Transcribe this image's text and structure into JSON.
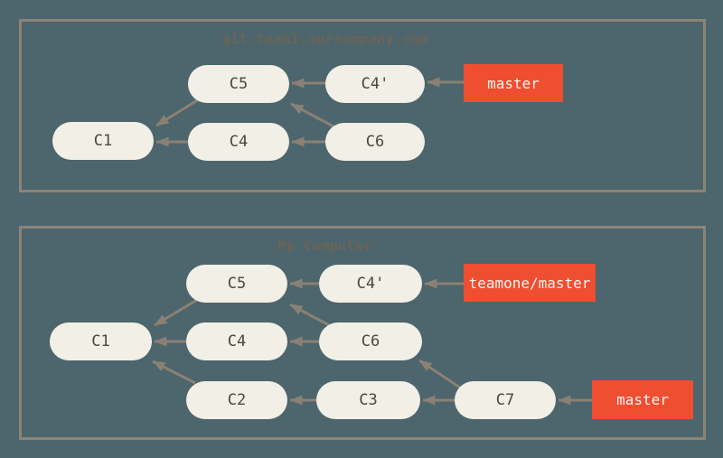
{
  "diagram": {
    "remote": {
      "title": "git.team1.ourcompany.com",
      "nodes": {
        "c1": "C1",
        "c5": "C5",
        "c4p": "C4'",
        "c4": "C4",
        "c6": "C6"
      },
      "branches": {
        "master": "master"
      },
      "edges": [
        {
          "from": "C4'",
          "to": "C5"
        },
        {
          "from": "master",
          "to": "C4'"
        },
        {
          "from": "C6",
          "to": "C4"
        },
        {
          "from": "C6",
          "to": "C5"
        },
        {
          "from": "C5",
          "to": "C1"
        },
        {
          "from": "C4",
          "to": "C1"
        }
      ]
    },
    "local": {
      "title": "My Computer",
      "nodes": {
        "c1": "C1",
        "c5": "C5",
        "c4p": "C4'",
        "c4": "C4",
        "c6": "C6",
        "c2": "C2",
        "c3": "C3",
        "c7": "C7"
      },
      "branches": {
        "teamone_master": "teamone/master",
        "master": "master"
      },
      "edges": [
        {
          "from": "C4'",
          "to": "C5"
        },
        {
          "from": "teamone/master",
          "to": "C4'"
        },
        {
          "from": "C6",
          "to": "C4"
        },
        {
          "from": "C6",
          "to": "C5"
        },
        {
          "from": "C5",
          "to": "C1"
        },
        {
          "from": "C4",
          "to": "C1"
        },
        {
          "from": "C2",
          "to": "C1"
        },
        {
          "from": "C3",
          "to": "C2"
        },
        {
          "from": "C7",
          "to": "C3"
        },
        {
          "from": "C7",
          "to": "C6"
        },
        {
          "from": "master",
          "to": "C7"
        }
      ]
    }
  },
  "colors": {
    "background": "#4d656c",
    "box_border": "#8c8478",
    "node_fill": "#f1efe6",
    "node_text": "#4c473e",
    "branch_fill": "#f04e30",
    "branch_text": "#f7f4f0",
    "arrow": "#8a8174",
    "title_text": "#6b6358"
  }
}
